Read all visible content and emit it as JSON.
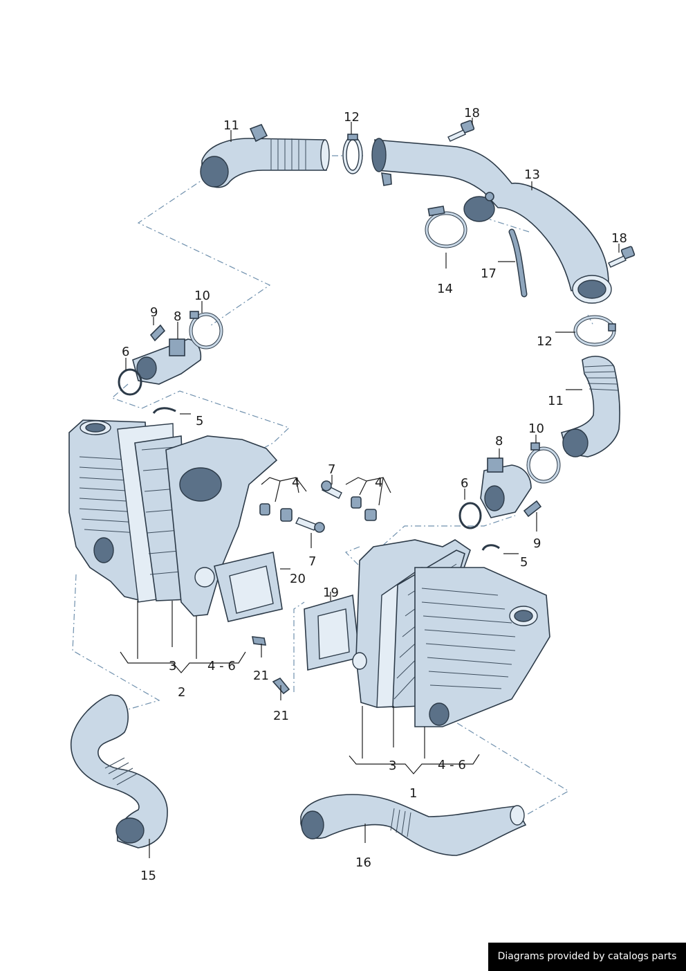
{
  "diagram": {
    "callouts": {
      "c1": "1",
      "c2": "2",
      "c3a": "3",
      "c3b": "3",
      "c4a": "4",
      "c4b": "4",
      "c46a": "4 - 6",
      "c46b": "4 - 6",
      "c5a": "5",
      "c5b": "5",
      "c6a": "6",
      "c6b": "6",
      "c7a": "7",
      "c7b": "7",
      "c8a": "8",
      "c8b": "8",
      "c9a": "9",
      "c9b": "9",
      "c10a": "10",
      "c10b": "10",
      "c11a": "11",
      "c11b": "11",
      "c12a": "12",
      "c12b": "12",
      "c13": "13",
      "c14": "14",
      "c15": "15",
      "c16": "16",
      "c17": "17",
      "c18a": "18",
      "c18b": "18",
      "c19": "19",
      "c20": "20",
      "c21a": "21",
      "c21b": "21"
    }
  },
  "credit": {
    "text": "Diagrams provided by catalogs parts"
  }
}
